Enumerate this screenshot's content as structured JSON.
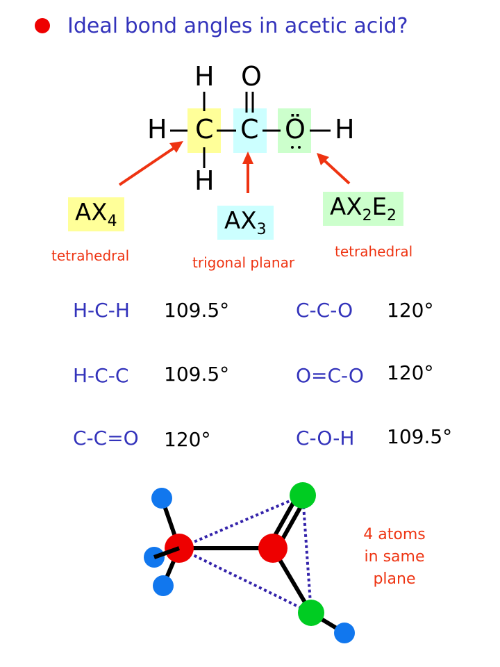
{
  "title": "Ideal bond angles in acetic acid?",
  "structure": {
    "atoms": {
      "h_top": "H",
      "o_top": "O",
      "h_left": "H",
      "c1": "C",
      "c2": "C",
      "o": "Ö",
      "h_right": "H",
      "h_bottom": "H"
    }
  },
  "centers": [
    {
      "formula": "AX",
      "sub": "4",
      "geometry": "tetrahedral",
      "color": "#ffff99"
    },
    {
      "formula": "AX",
      "sub": "3",
      "geometry": "trigonal planar",
      "color": "#ccffff"
    },
    {
      "formula": "AX",
      "sub": "2",
      "formula2": "E",
      "sub2": "2",
      "geometry": "tetrahedral",
      "color": "#ccffcc"
    }
  ],
  "angles": [
    {
      "name": "H-C-H",
      "value": "109.5°"
    },
    {
      "name": "C-C-O",
      "value": "120°"
    },
    {
      "name": "H-C-C",
      "value": "109.5°"
    },
    {
      "name": "O=C-O",
      "value": "120°"
    },
    {
      "name": "C-C=O",
      "value": "120°"
    },
    {
      "name": "C-O-H",
      "value": "109.5°"
    }
  ],
  "note": {
    "line1": "4 atoms",
    "line2": "in same",
    "line3": "plane"
  },
  "colors": {
    "carbon": "#ee0000",
    "oxygen": "#00cc22",
    "hydrogen": "#1177ee",
    "dotted": "#3322aa"
  }
}
